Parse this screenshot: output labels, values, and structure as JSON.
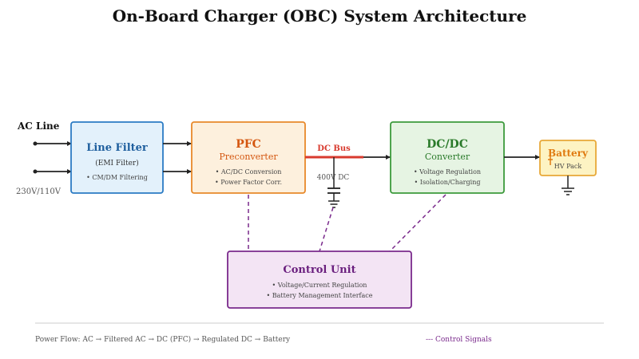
{
  "title": "On-Board Charger (OBC) System Architecture",
  "ac_line": {
    "label": "AC Line",
    "voltage": "230V/110V"
  },
  "line_filter": {
    "title": "Line Filter",
    "subtitle": "(EMI Filter)",
    "detail": "• CM/DM Filtering"
  },
  "pfc": {
    "title": "PFC",
    "subtitle": "Preconverter",
    "details": [
      "• AC/DC Conversion",
      "• Power Factor Corr."
    ]
  },
  "dc_bus": {
    "label": "DC Bus",
    "voltage": "400V DC"
  },
  "dcdc": {
    "title": "DC/DC",
    "subtitle": "Converter",
    "details": [
      "• Voltage Regulation",
      "• Isolation/Charging"
    ]
  },
  "battery": {
    "title": "Battery",
    "subtitle": "HV Pack"
  },
  "control_unit": {
    "title": "Control Unit",
    "details": [
      "• Voltage/Current Regulation",
      "• Battery Management Interface"
    ]
  },
  "footer": {
    "power_flow": "Power Flow: AC → Filtered AC → DC (PFC) → Regulated DC → Battery",
    "control_legend": "--- Control Signals"
  },
  "colors": {
    "line_filter_fill": "#e3f1fb",
    "line_filter_stroke": "#2b7bc4",
    "line_filter_title": "#1f5f9e",
    "pfc_fill": "#fdf0dd",
    "pfc_stroke": "#e8892a",
    "pfc_title": "#d4560f",
    "dcdc_fill": "#e6f4e3",
    "dcdc_stroke": "#3c9a3c",
    "dcdc_title": "#2a7a2a",
    "battery_fill": "#fdf3c3",
    "battery_stroke": "#e8a838",
    "battery_title": "#e07a10",
    "control_fill": "#f3e4f4",
    "control_stroke": "#7a2a8c",
    "control_title": "#6a1f7e",
    "dc_bus": "#d83a2e",
    "wire": "#222222"
  }
}
